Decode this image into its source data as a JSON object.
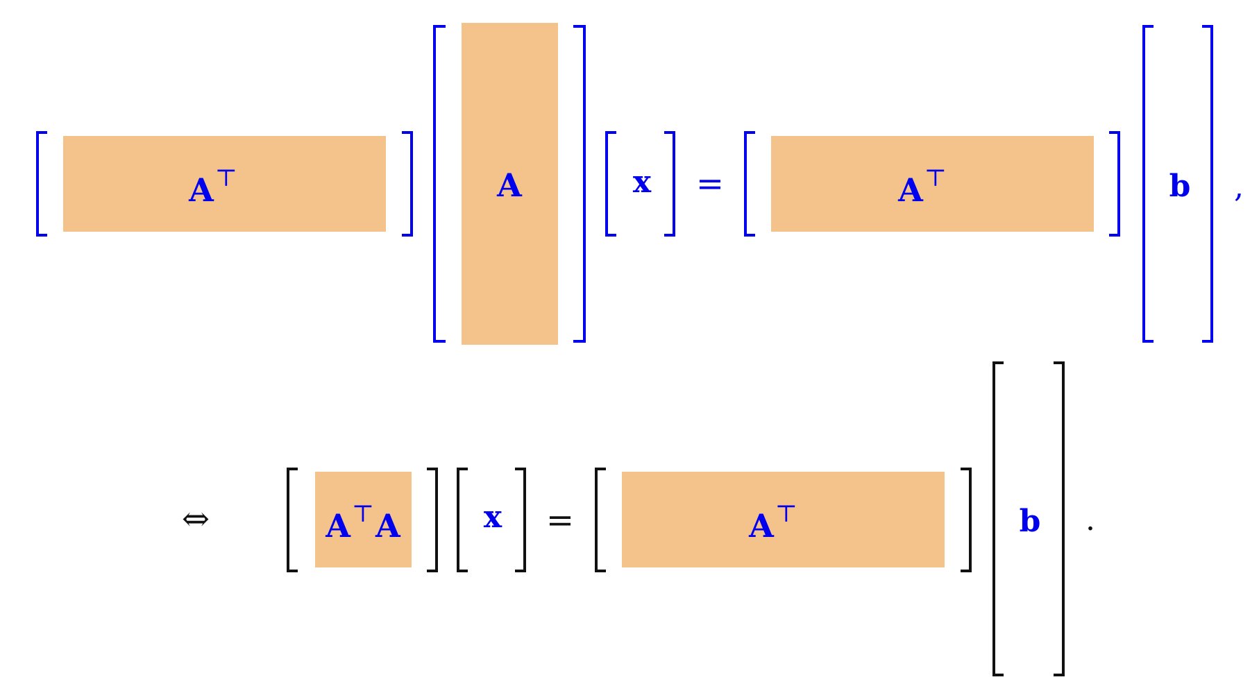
{
  "colors": {
    "block_fill": "#f4c38c",
    "line1_ink": "#0000ee",
    "line2_ink": "#111111",
    "symbol_ink": "#0000ee"
  },
  "line1": {
    "left_factor_label": "A",
    "left_factor_sup": "⊤",
    "middle_factor_label": "A",
    "vector_x_label": "x",
    "equals": "=",
    "right_factor_label": "A",
    "right_factor_sup": "⊤",
    "vector_b_label": "b",
    "trailing_punct": ","
  },
  "line2": {
    "iff": "⇔",
    "product_label_a1": "A",
    "product_label_sup": "⊤",
    "product_label_a2": "A",
    "vector_x_label": "x",
    "equals": "=",
    "right_factor_label": "A",
    "right_factor_sup": "⊤",
    "vector_b_label": "b",
    "trailing_punct": "."
  }
}
